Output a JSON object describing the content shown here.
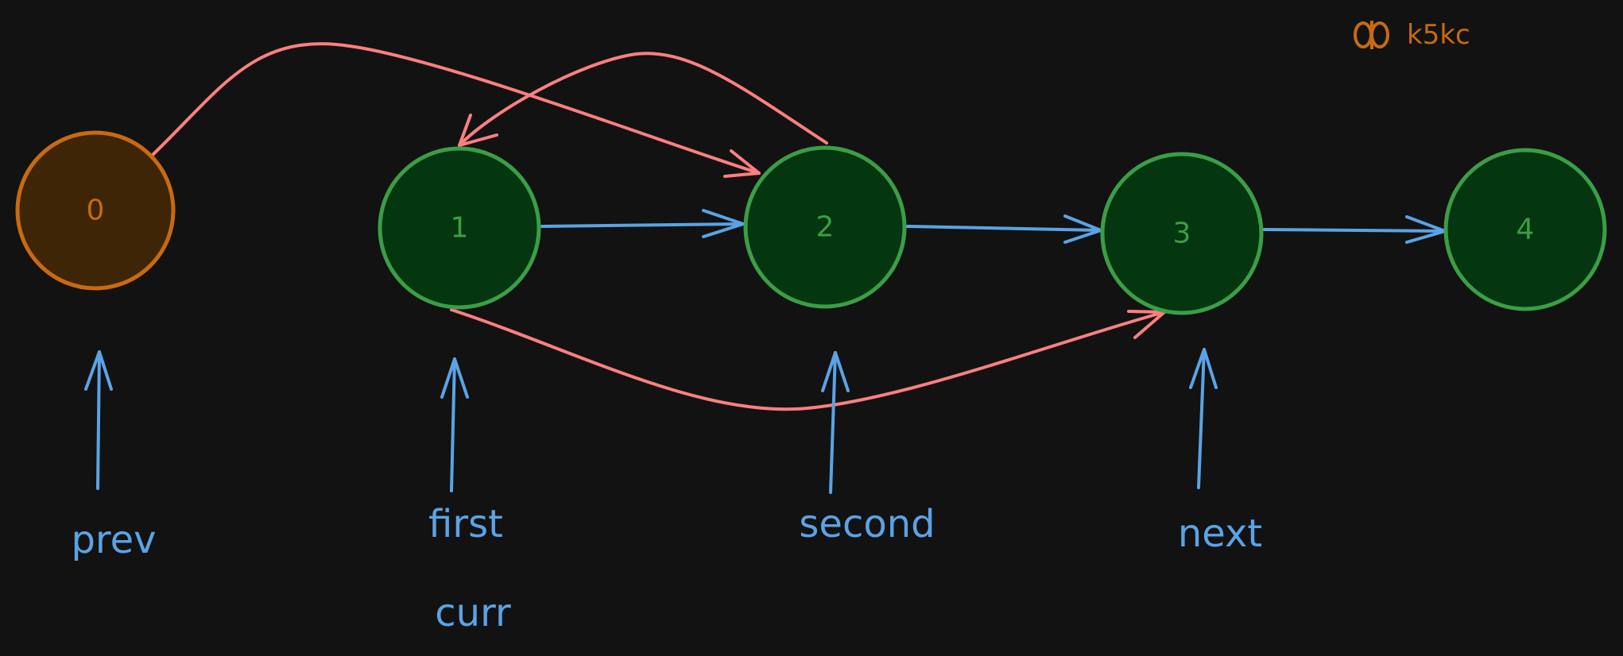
{
  "colors": {
    "background": "#121212",
    "head_node_fill": "#3d2506",
    "head_node_stroke": "#c86a10",
    "node_fill": "#04360f",
    "node_stroke": "#3a9e46",
    "blue_arrow": "#5aa3e6",
    "red_arrow": "#ff7f7f",
    "brand": "#c86a10"
  },
  "brand": {
    "icon": "excalidraw-logo-icon",
    "text": "k5kc"
  },
  "nodes": [
    {
      "id": "n0",
      "label": "0",
      "style": "head"
    },
    {
      "id": "n1",
      "label": "1",
      "style": "list"
    },
    {
      "id": "n2",
      "label": "2",
      "style": "list"
    },
    {
      "id": "n3",
      "label": "3",
      "style": "list"
    },
    {
      "id": "n4",
      "label": "4",
      "style": "list"
    }
  ],
  "next_links": [
    {
      "from": "n1",
      "to": "n2"
    },
    {
      "from": "n2",
      "to": "n3"
    },
    {
      "from": "n3",
      "to": "n4"
    }
  ],
  "swap_links": [
    {
      "from": "n0",
      "to": "n2"
    },
    {
      "from": "n2",
      "to": "n1"
    },
    {
      "from": "n1",
      "to": "n3"
    }
  ],
  "pointers": [
    {
      "target": "n0",
      "labels": [
        "prev"
      ]
    },
    {
      "target": "n1",
      "labels": [
        "first",
        "curr"
      ]
    },
    {
      "target": "n2",
      "labels": [
        "second"
      ]
    },
    {
      "target": "n3",
      "labels": [
        "next"
      ]
    }
  ]
}
